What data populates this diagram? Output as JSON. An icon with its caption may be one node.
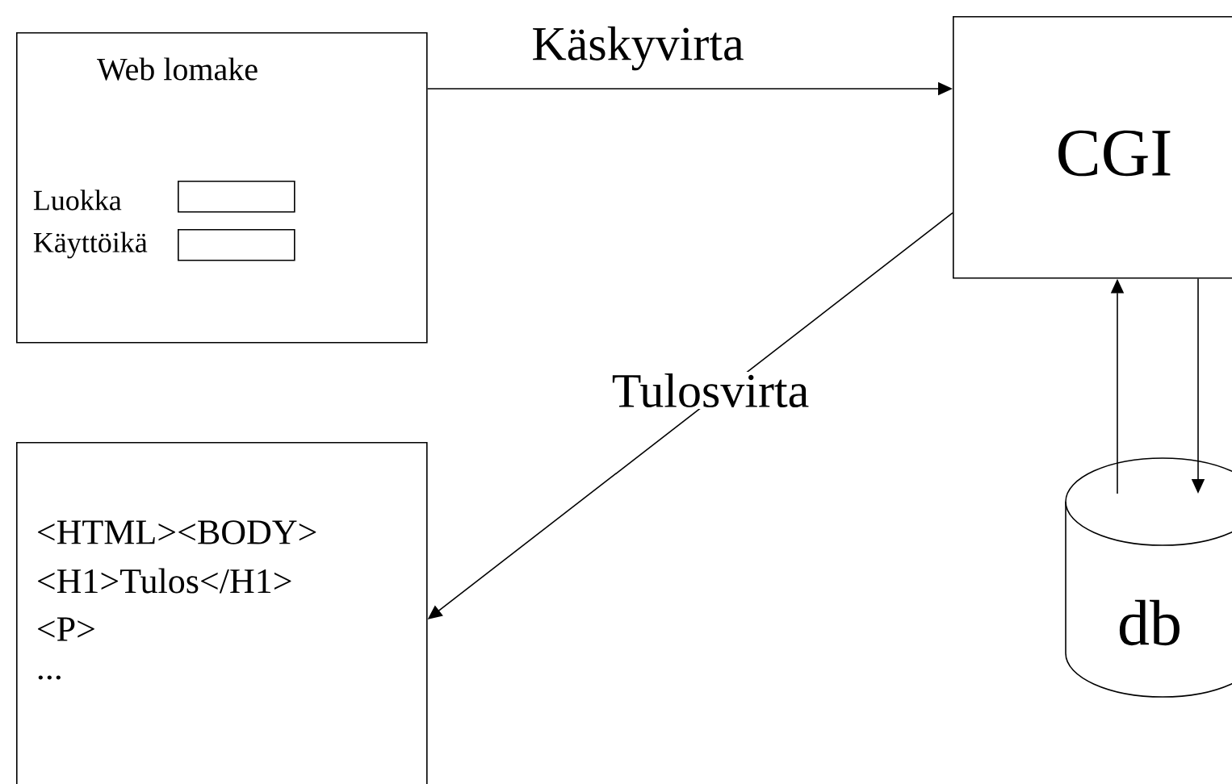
{
  "diagram": {
    "nodes": [
      {
        "text": [
          "Web lomake"
        ]
      },
      {
        "text": [],
        "shape": "box",
        "beside": [
          "Luokka"
        ],
        "in": 0
      },
      {
        "text": [],
        "shape": "box",
        "beside": [
          "Käyttöikä"
        ],
        "in": 0
      },
      {
        "text": [
          "CGI"
        ]
      },
      {
        "text": [
          "<HTML><BODY>",
          "<H1>Tulos</H1>",
          "<P>",
          "..."
        ]
      },
      {
        "text": [
          "db"
        ]
      }
    ],
    "edges": [
      {
        "from": 0,
        "to": 3,
        "arrow": "to",
        "label": "Käskyvirta"
      },
      {
        "from": 3,
        "to": 4,
        "arrow": "to",
        "label": "Tulosvirta"
      },
      {
        "from": 5,
        "to": 3,
        "arrow": "to"
      },
      {
        "from": 3,
        "to": 5,
        "arrow": "to"
      }
    ]
  }
}
